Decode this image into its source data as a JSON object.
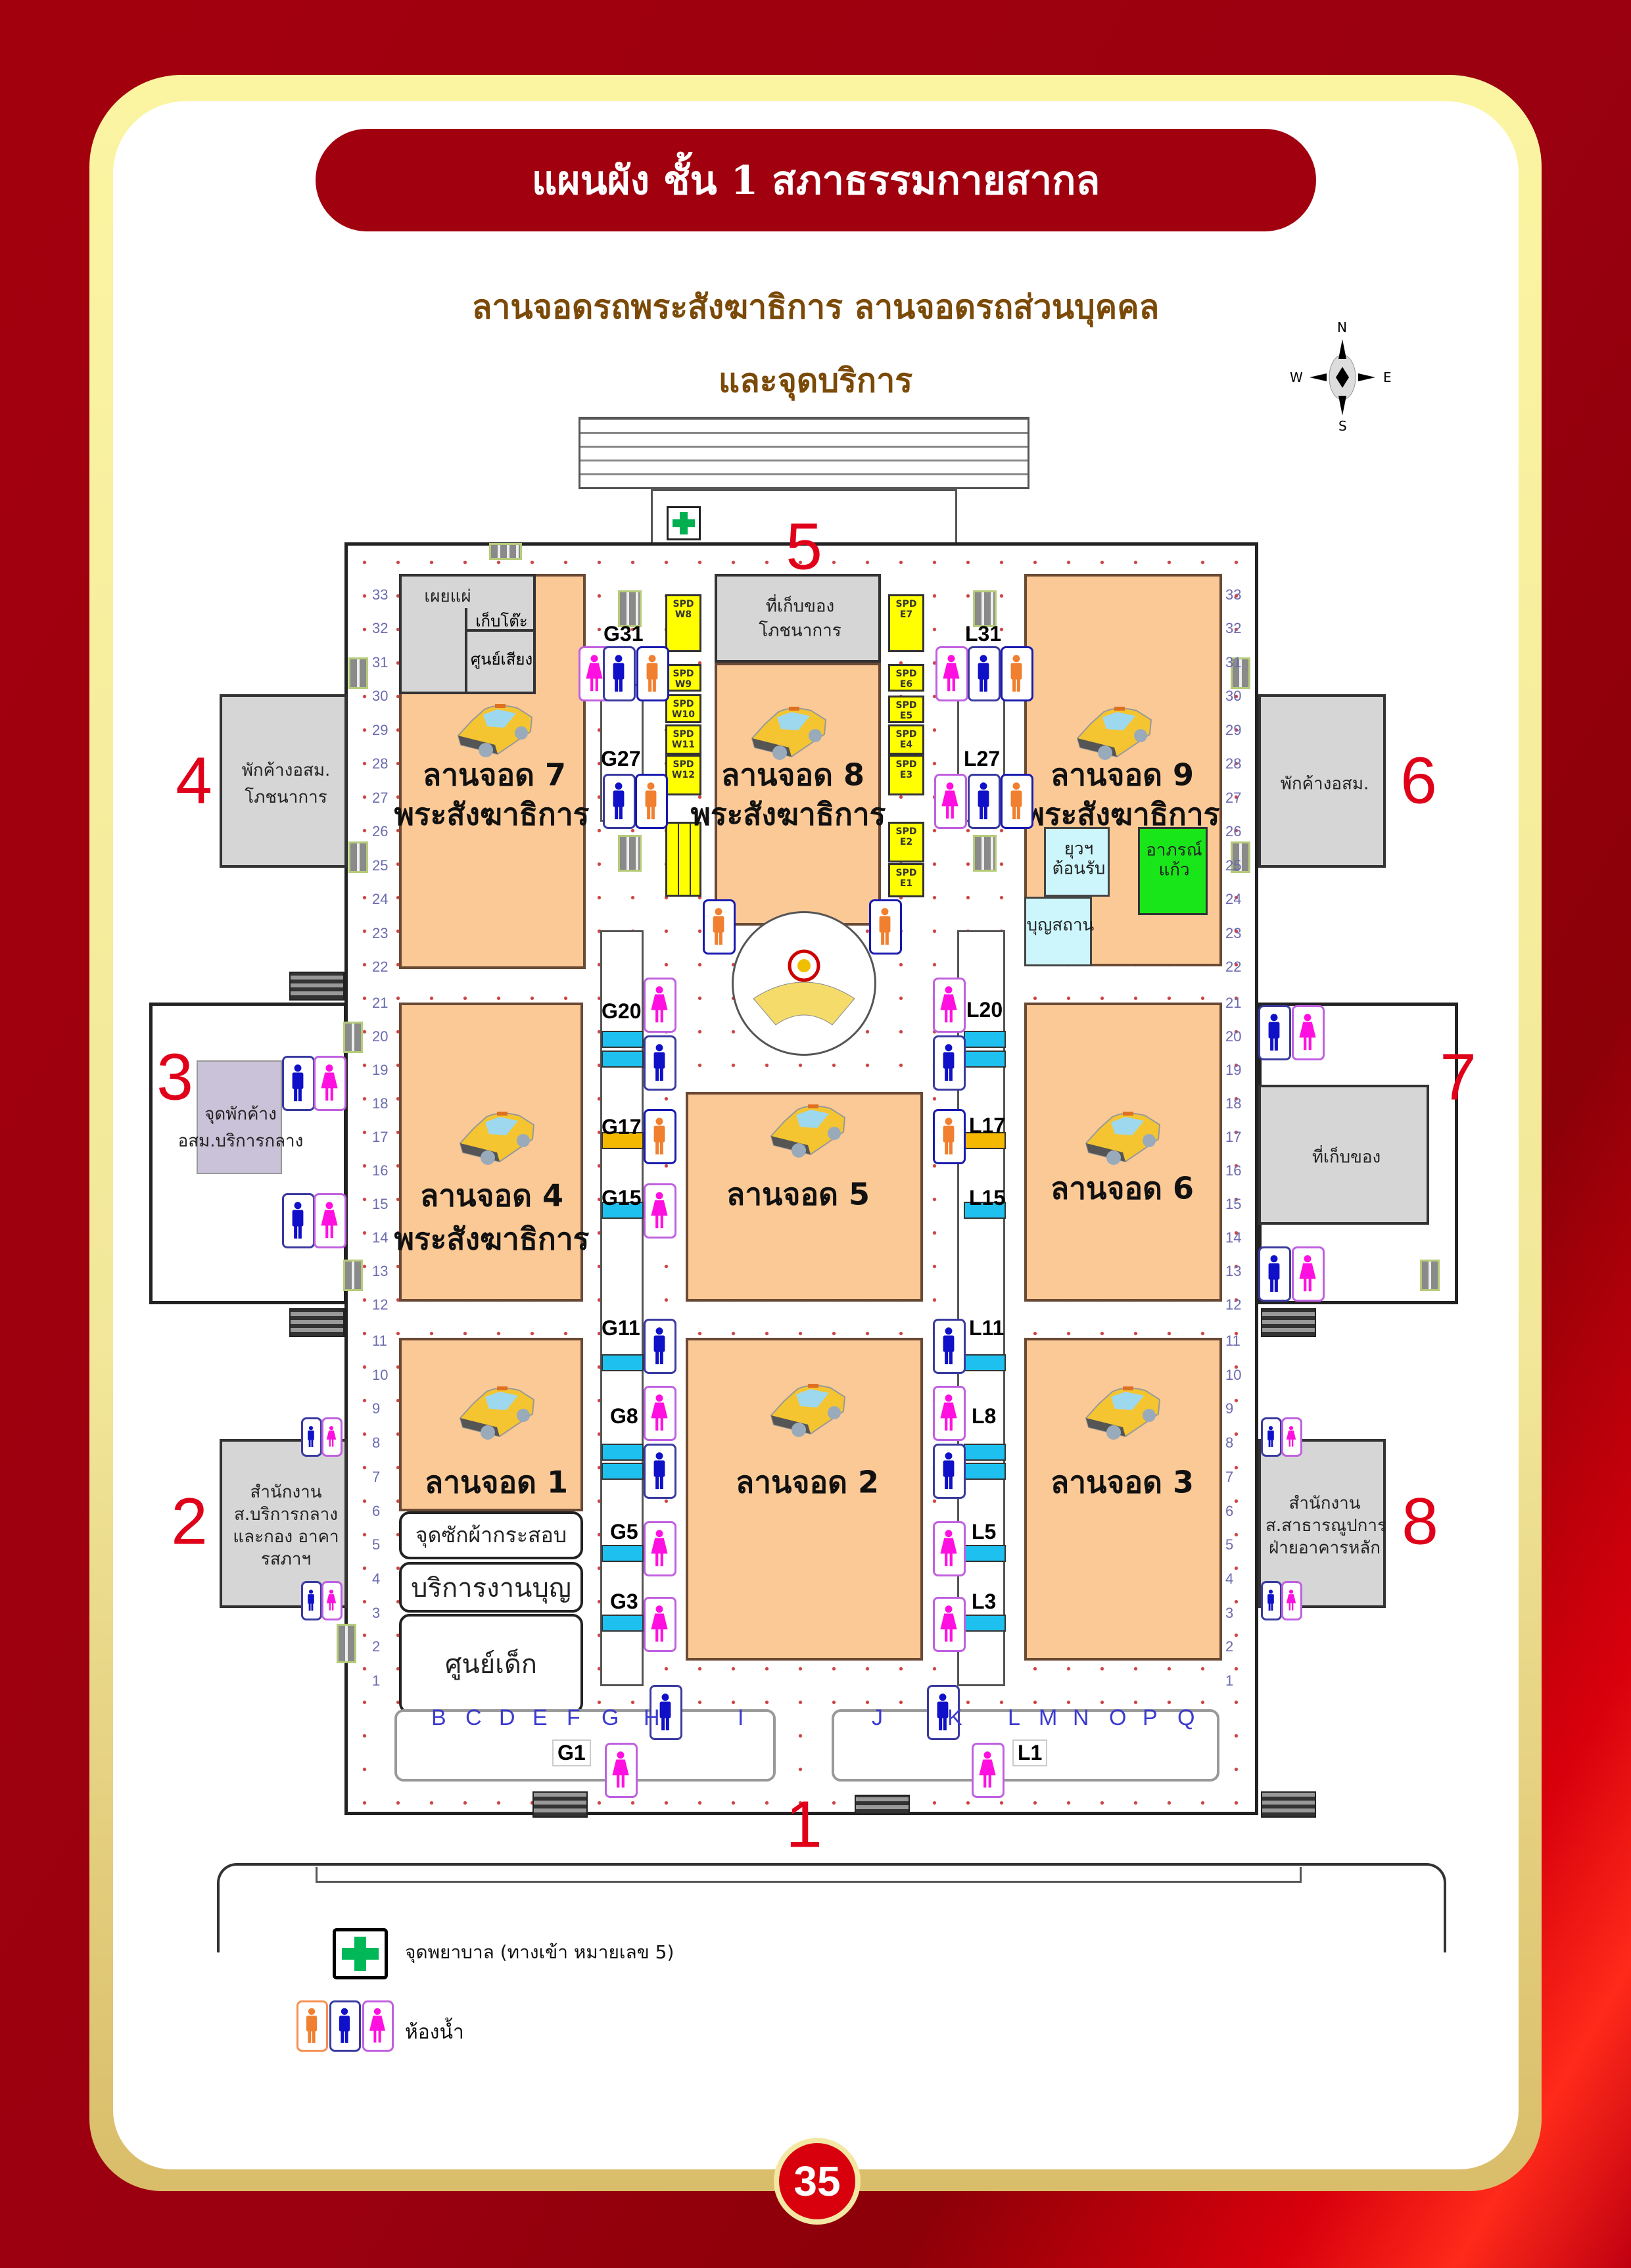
{
  "header": {
    "title": "แผนผัง ชั้น 1 สภาธรรมกายสากล",
    "subtitle_line1": "ลานจอดรถพระสังฆาธิการ ลานจอดรถส่วนบุคคล",
    "subtitle_line2": "และจุดบริการ"
  },
  "compass": {
    "n": "N",
    "s": "S",
    "e": "E",
    "w": "W"
  },
  "entrances": {
    "e1": "1",
    "e2": "2",
    "e3": "3",
    "e4": "4",
    "e5": "5",
    "e6": "6",
    "e7": "7",
    "e8": "8"
  },
  "lots": {
    "lot7": {
      "name": "ลานจอด 7",
      "sub": "พระสังฆาธิการ"
    },
    "lot8": {
      "name": "ลานจอด 8",
      "sub": "พระสังฆาธิการ"
    },
    "lot9": {
      "name": "ลานจอด 9",
      "sub": "พระสังฆาธิการ"
    },
    "lot4": {
      "name": "ลานจอด 4",
      "sub": "พระสังฆาธิการ"
    },
    "lot5": {
      "name": "ลานจอด 5"
    },
    "lot6": {
      "name": "ลานจอด 6"
    },
    "lot1": {
      "name": "ลานจอด 1"
    },
    "lot2": {
      "name": "ลานจอด 2"
    },
    "lot3": {
      "name": "ลานจอด 3"
    }
  },
  "areas": {
    "publicity": "เผยแผ่",
    "table_storage": "เก็บโต๊ะ",
    "sound_center": "ศูนย์เสียง",
    "food_storage_1": "ที่เก็บของ",
    "food_storage_2": "โภชนาการ",
    "youth_reception_1": "ยุวฯ",
    "youth_reception_2": "ต้อนรับ",
    "merit_place": "บุญสถาน",
    "glass_robe_1": "อาภรณ์",
    "glass_robe_2": "แก้ว",
    "wing4": "พักค้างอสม. โภชนาการ",
    "wing6": "พักค้างอสม.",
    "wing3": "จุดพักค้าง อสม.บริการกลาง",
    "wing7": "ที่เก็บของ",
    "wing2": "สำนักงาน ส.บริการกลาง และกอง อาคารสภาฯ",
    "wing8": "สำนักงาน ส.สาธารณูปการ ฝ่ายอาคารหลัก",
    "laundry": "จุดซักผ้ากระสอบ",
    "merit_service": "บริการงานบุญ",
    "kids_center": "ศูนย์เด็ก"
  },
  "restroom_labels": {
    "G31": "G31",
    "G27": "G27",
    "L31": "L31",
    "L27": "L27",
    "G20": "G20",
    "L20": "L20",
    "G17": "G17",
    "L17": "L17",
    "G15": "G15",
    "L15": "L15",
    "G11": "G11",
    "L11": "L11",
    "G8": "G8",
    "L8": "L8",
    "G5": "G5",
    "L5": "L5",
    "G3": "G3",
    "L3": "L3",
    "G1": "G1",
    "L1": "L1"
  },
  "spd": {
    "west": [
      "SPD W8",
      "SPD W9",
      "SPD W10",
      "SPD W11",
      "SPD W12"
    ],
    "east": [
      "SPD E7",
      "SPD E6",
      "SPD E5",
      "SPD E4",
      "SPD E3",
      "SPD E2",
      "SPD E1"
    ]
  },
  "grid": {
    "rows": [
      33,
      32,
      31,
      30,
      29,
      28,
      27,
      26,
      25,
      24,
      23,
      22,
      21,
      20,
      19,
      18,
      17,
      16,
      15,
      14,
      13,
      12,
      11,
      10,
      9,
      8,
      7,
      6,
      5,
      4,
      3,
      2,
      1
    ],
    "columns_left": [
      "B",
      "C",
      "D",
      "E",
      "F",
      "G",
      "H",
      "I"
    ],
    "columns_right": [
      "J",
      "K",
      "L",
      "M",
      "N",
      "O",
      "P",
      "Q"
    ]
  },
  "legend": {
    "first_aid": "จุดพยาบาล (ทางเข้า หมายเลข 5)",
    "restroom": "ห้องน้ำ"
  },
  "page_number": "35",
  "colors": {
    "title_bg": "#a1000f",
    "parking": "#fbc996",
    "spd": "#ffff00",
    "first_aid": "#00b050",
    "male": "#1010c8",
    "female": "#ff10e0",
    "monk": "#f08030",
    "entrance_number": "#e0001a"
  }
}
